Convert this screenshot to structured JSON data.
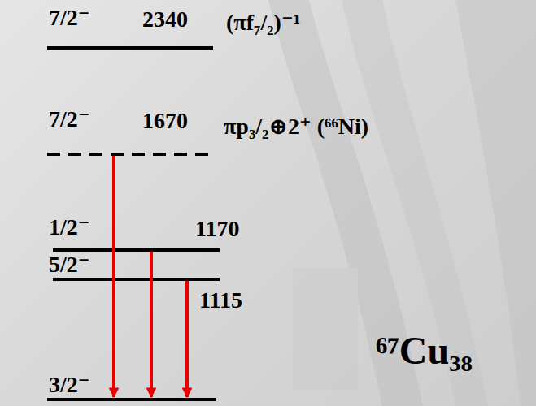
{
  "diagram": {
    "labels": [
      "7/2⁻",
      "2340",
      "(πf₇/₂)⁻¹",
      "7/2⁻",
      "1670",
      "πp₃/₂⊕2⁺ (⁶⁶Ni)",
      "1/2⁻",
      "1170",
      "5/2⁻",
      "1115",
      "3/2⁻",
      "⁶⁷Cu₃₈"
    ]
  }
}
